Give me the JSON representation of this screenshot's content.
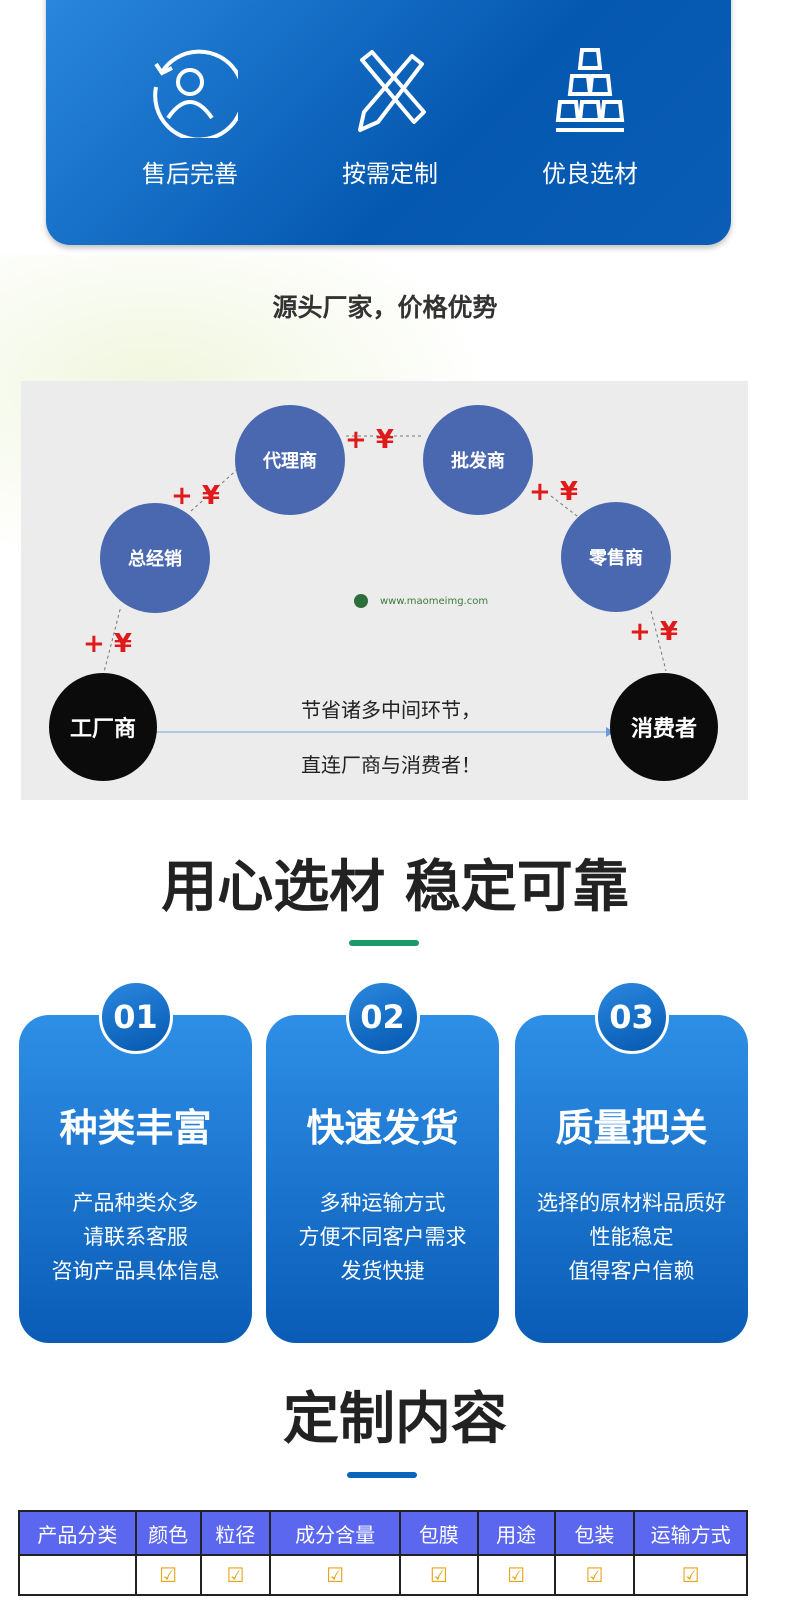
{
  "features": [
    {
      "label": "售后完善",
      "icon": "user-cycle-icon"
    },
    {
      "label": "按需定制",
      "icon": "pencil-ruler-icon"
    },
    {
      "label": "优良选材",
      "icon": "gold-bars-icon"
    }
  ],
  "section1": {
    "title": "源头厂家，价格优势"
  },
  "diagram": {
    "nodes": [
      "工厂商",
      "总经销",
      "代理商",
      "批发商",
      "零售商",
      "消费者"
    ],
    "markup": "+ ¥",
    "watermark": "www.maomeimg.com",
    "line1": "节省诸多中间环节，",
    "line2": "直连厂商与消费者！"
  },
  "section2": {
    "title": "用心选材 稳定可靠",
    "accent": "#1a9a6a"
  },
  "cards": [
    {
      "num": "01",
      "title": "种类丰富",
      "lines": [
        "产品种类众多",
        "请联系客服",
        "咨询产品具体信息"
      ]
    },
    {
      "num": "02",
      "title": "快速发货",
      "lines": [
        "多种运输方式",
        "方便不同客户需求",
        "发货快捷"
      ]
    },
    {
      "num": "03",
      "title": "质量把关",
      "lines": [
        "选择的原材料品质好",
        "性能稳定",
        "值得客户信赖"
      ]
    }
  ],
  "section3": {
    "title": "定制内容",
    "accent": "#0a63bd"
  },
  "table": {
    "headers": [
      "产品分类",
      "颜色",
      "粒径",
      "成分含量",
      "包膜",
      "用途",
      "包装",
      "运输方式"
    ],
    "check": "☑"
  }
}
